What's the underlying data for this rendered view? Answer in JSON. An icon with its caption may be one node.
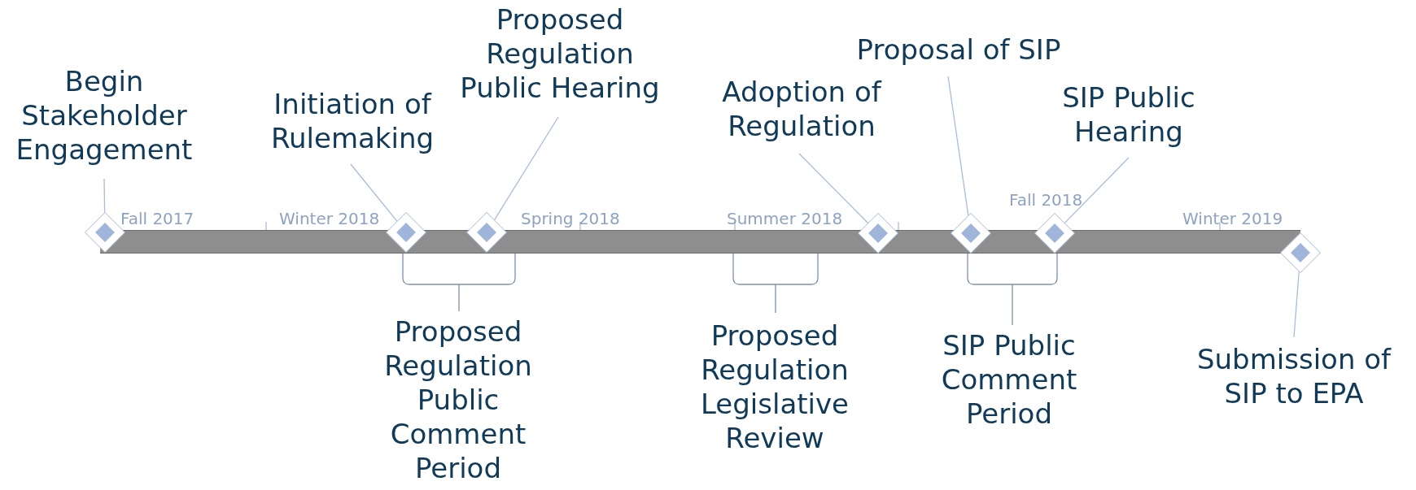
{
  "diagram": {
    "nodes": [
      {
        "text": [
          "Begin Stakeholder Engagement"
        ]
      },
      {
        "text": [
          "Initiation of Rulemaking"
        ]
      },
      {
        "text": [
          "Proposed Regulation Public Hearing"
        ]
      },
      {
        "text": [
          "Adoption of Regulation"
        ]
      },
      {
        "text": [
          "Proposal of SIP"
        ]
      },
      {
        "text": [
          "SIP Public Hearing"
        ]
      },
      {
        "text": [
          "Submission of SIP to EPA"
        ]
      },
      {
        "text": [],
        "shape": "diamond"
      },
      {
        "text": [],
        "shape": "diamond"
      },
      {
        "text": [],
        "shape": "diamond"
      },
      {
        "text": [],
        "shape": "diamond"
      },
      {
        "text": [],
        "shape": "diamond"
      },
      {
        "text": [],
        "shape": "diamond"
      },
      {
        "text": [],
        "shape": "diamond"
      },
      {
        "text": [],
        "shape": "bar"
      }
    ],
    "edges": [
      {
        "from": 0,
        "to": 7,
        "arrow": "none"
      },
      {
        "from": 1,
        "to": 8,
        "arrow": "none"
      },
      {
        "from": 2,
        "to": 9,
        "arrow": "none"
      },
      {
        "from": 3,
        "to": 10,
        "arrow": "none"
      },
      {
        "from": 4,
        "to": 11,
        "arrow": "none"
      },
      {
        "from": 5,
        "to": 12,
        "arrow": "none"
      },
      {
        "from": 6,
        "to": 13,
        "arrow": "none"
      }
    ],
    "labels": [
      "Fall 2017",
      "Winter 2018",
      "Spring 2018",
      "Summer 2018",
      "Fall 2018",
      "Winter 2019",
      "Proposed Regulation Public Comment Period",
      "Proposed Regulation Legislative Review",
      "SIP Public Comment Period"
    ]
  }
}
